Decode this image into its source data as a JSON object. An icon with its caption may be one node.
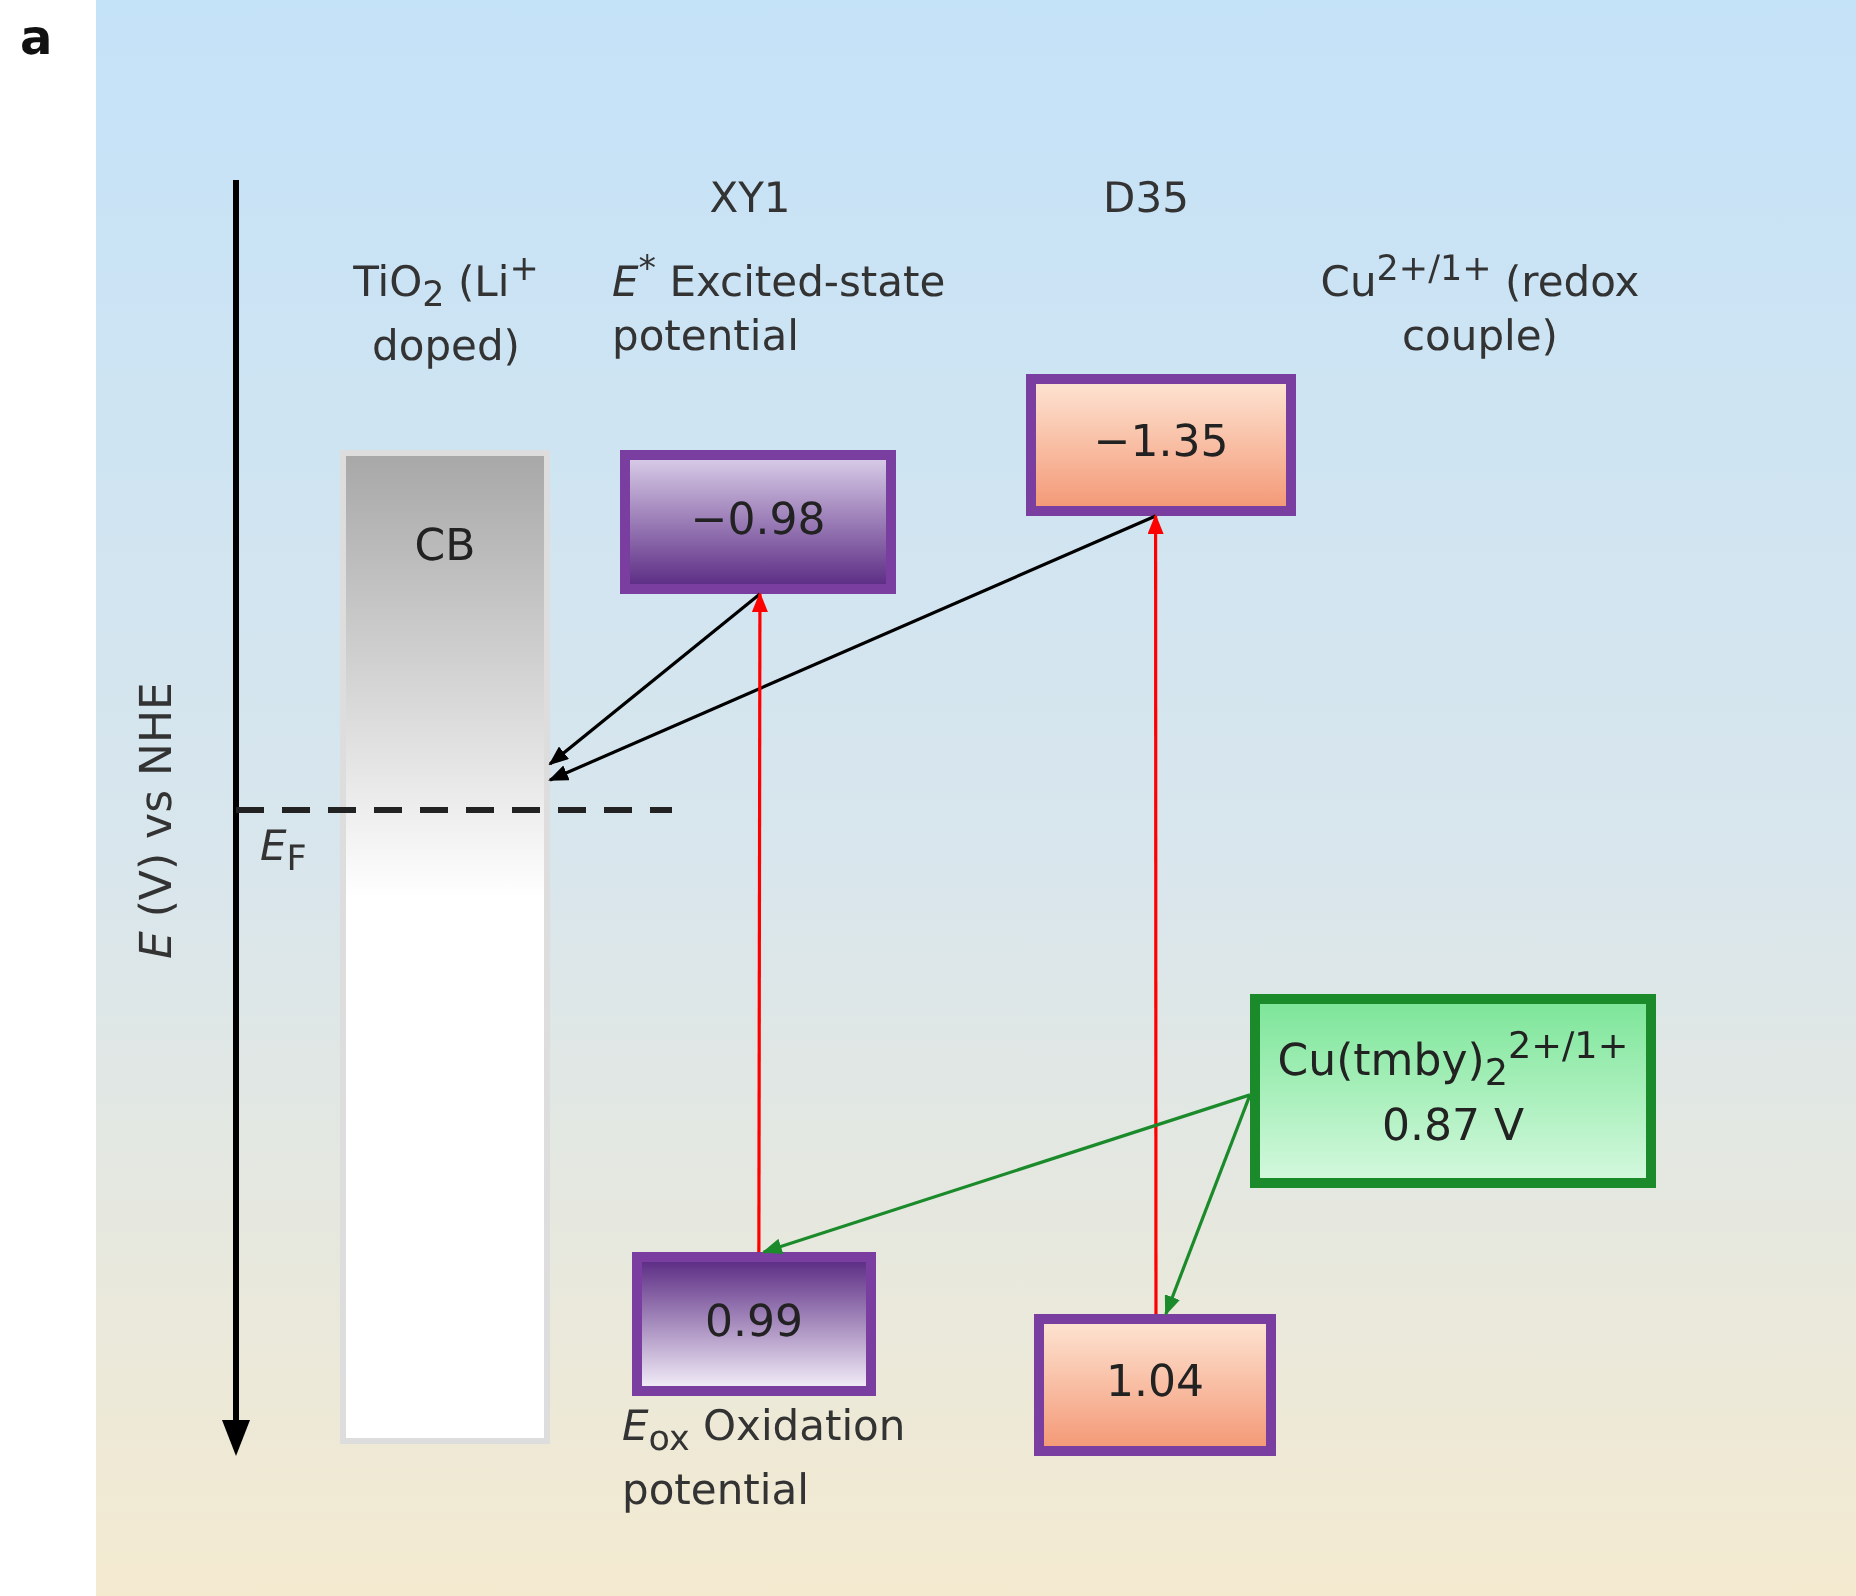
{
  "diagram": {
    "nodes": [
      {
        "text": [
          "CB"
        ],
        "beside": [
          "TiO$_{2}$ (Li$^{+}$ doped)"
        ]
      },
      {
        "text": [
          "−0.98"
        ],
        "beside": [
          "*E*$^{*}$ Excited-state potential"
        ]
      },
      {
        "text": [
          "−1.35"
        ]
      },
      {
        "text": [
          "0.99"
        ],
        "beside": [
          "*E*$_{ox}$ Oxidation potential"
        ]
      },
      {
        "text": [
          "1.04"
        ]
      },
      {
        "text": [
          "Cu(tmby)$_{2}$$^{2+/1+}$",
          "0.87 V"
        ]
      }
    ],
    "edges": [
      {
        "from": 1,
        "to": 0,
        "arrow": "to",
        "color": "#000000"
      },
      {
        "from": 2,
        "to": 0,
        "arrow": "to",
        "color": "#000000"
      },
      {
        "from": 3,
        "to": 1,
        "arrow": "to",
        "color": "#ff0000"
      },
      {
        "from": 4,
        "to": 2,
        "arrow": "to",
        "color": "#ff0000"
      },
      {
        "from": 5,
        "to": 3,
        "arrow": "to",
        "color": "#1a8a2a"
      },
      {
        "from": 5,
        "to": 4,
        "arrow": "to",
        "color": "#1a8a2a"
      }
    ],
    "labels": [
      "a",
      "XY1",
      "D35",
      "Cu$^{2+/1+}$ (redox couple)",
      "*E*$_{F}$",
      "*E* (V) vs NHE"
    ]
  }
}
